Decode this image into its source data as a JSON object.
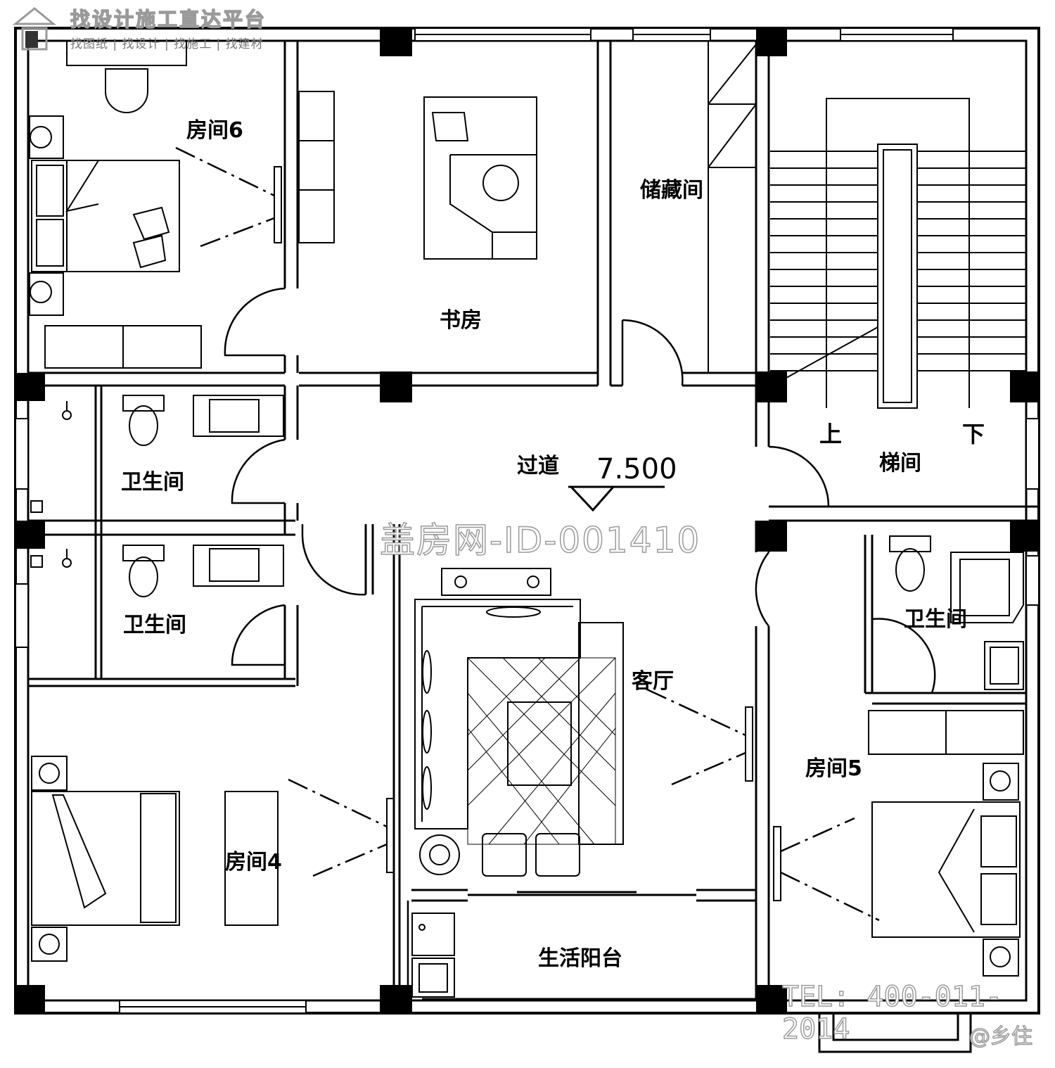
{
  "watermark": {
    "title": "找设计施工直达平台",
    "subtitle": "找图纸 | 找设计 | 找施工 | 找建材",
    "id": "盖房网-ID-001410",
    "tel": "TEL: 400-011-2014",
    "credit": "@乡住"
  },
  "plan": {
    "elevation": "7.500",
    "rooms": {
      "room6": "房间6",
      "study": "书房",
      "storage": "储藏间",
      "stair": "梯间",
      "up": "上",
      "down": "下",
      "corridor": "过道",
      "bath1": "卫生间",
      "bath2": "卫生间",
      "bath3": "卫生间",
      "living": "客厅",
      "room5": "房间5",
      "room4": "房间4",
      "balcony": "生活阳台"
    }
  },
  "colors": {
    "ink": "#000000",
    "watermark": "#9a9a9a"
  }
}
